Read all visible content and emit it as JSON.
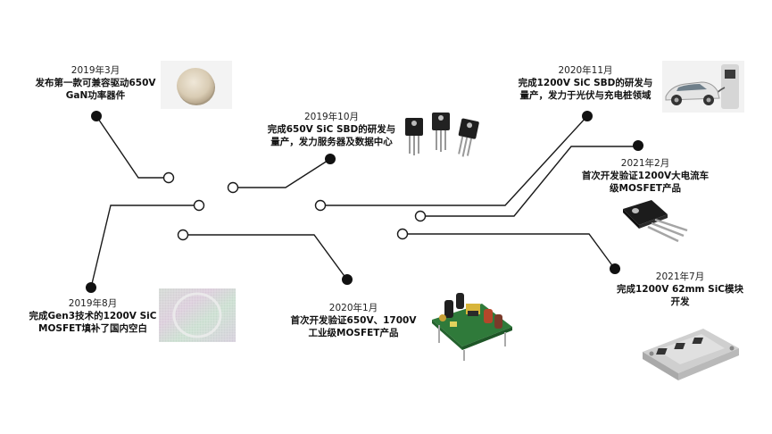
{
  "events": [
    {
      "date": "2019年3月",
      "desc": [
        "发布第一款可兼容驱动650V",
        "GaN功率器件"
      ]
    },
    {
      "date": "2019年10月",
      "desc": [
        "完成650V  SiC SBD的研发与",
        "量产，发力服务器及数据中心"
      ]
    },
    {
      "date": "2019年8月",
      "desc": [
        "完成Gen3技术的1200V  SiC",
        "MOSFET填补了国内空白"
      ]
    },
    {
      "date": "2020年1月",
      "desc": [
        "首次开发验证650V、1700V",
        "工业级MOSFET产品"
      ]
    },
    {
      "date": "2020年11月",
      "desc": [
        "完成1200V SiC SBD的研发与",
        "量产，发力于光伏与充电桩领域"
      ]
    },
    {
      "date": "2021年2月",
      "desc": [
        "首次开发验证1200V大电流车",
        "级MOSFET产品"
      ]
    },
    {
      "date": "2021年7月",
      "desc": [
        "完成1200V 62mm SiC模块",
        "开发"
      ]
    }
  ],
  "colors": {
    "line": "#1a1a1a",
    "dot": "#111111",
    "node": "#ffffff"
  },
  "icons": [
    "gan-wafer-disc-image",
    "to247-sbd-devices-image",
    "sic-wafer-image",
    "power-board-image",
    "ev-charging-image",
    "to247-mosfet-image",
    "62mm-module-image"
  ]
}
